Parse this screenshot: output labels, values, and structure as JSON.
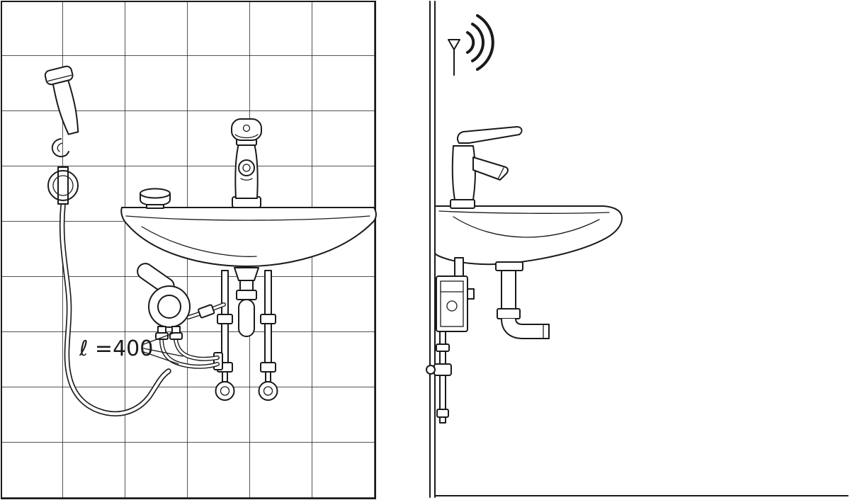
{
  "diagram": {
    "type": "technical-installation-drawing",
    "stroke_color": "#1a1a1a",
    "background_color": "#ffffff",
    "front_view": {
      "name": "washbasin-installation-front-view",
      "length_label": "ℓ =400"
    },
    "side_view": {
      "name": "washbasin-installation-side-view",
      "wireless_icon": "wireless-signal-icon"
    }
  }
}
